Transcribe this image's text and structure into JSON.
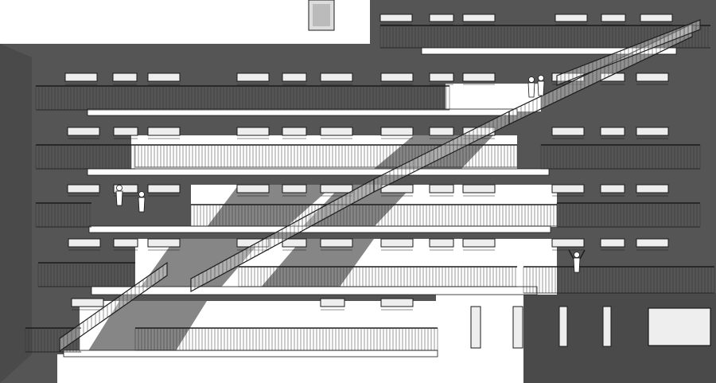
{
  "image": {
    "kind": "architectural-sketch",
    "subject": "apartment-block-with-access-galleries-and-diagonal-stair",
    "colors": {
      "paper": "#ffffff",
      "wall": "#555555",
      "wall_dark": "#4a4a4a",
      "shadow": "#5d5d5d",
      "window": "#eeeeee",
      "ink": "#1a1a1a",
      "railing": "#333333"
    },
    "floor_count": 6,
    "figures": [
      {
        "name": "person-standing-left-a",
        "pose": "standing"
      },
      {
        "name": "person-standing-left-b",
        "pose": "standing"
      },
      {
        "name": "person-arms-raised",
        "pose": "arms-raised"
      },
      {
        "name": "person-top-a",
        "pose": "standing"
      },
      {
        "name": "person-top-b",
        "pose": "standing"
      }
    ]
  }
}
